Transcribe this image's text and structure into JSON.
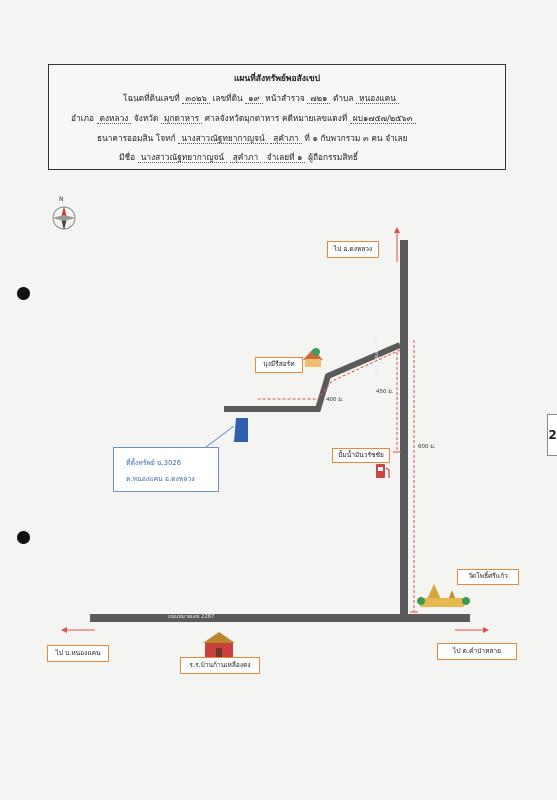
{
  "header": {
    "title": "แผนที่สังทรัพย์พอสังเขป",
    "deed_label": "โฉนดที่ดินเลขที่",
    "deed_no": "๓๐๒๖",
    "land_no_label": "เลขที่ดิน",
    "land_no": "๑๙",
    "survey_page_label": "หน้าสำรวจ",
    "survey_page": "๗๒๑",
    "subdistrict_label": "ตำบล",
    "subdistrict": "หนองแคน",
    "district_label": "อำเภอ",
    "district": "ดงหลวง",
    "province_label": "จังหวัด",
    "province": "มุกดาหาร",
    "court_label": "ศาลจังหวัดมุกดาหาร",
    "case_label": "คดีหมายเลขแดงที่",
    "case_no": "ผบ๑๗๕๗/๒๕๖๓",
    "plaintiff_label": "ธนาคารออมสิน",
    "defendant_label": "โจทก์",
    "defendant": "นางสาวณัฐทยากาญจน์",
    "defendant_surname": "สุคำภา",
    "defendant_suffix": "ที่ ๑ กับพวกรวม ๓ คน",
    "defendant_role": "จำเลย",
    "owner_label": "มีชื่อ",
    "owner": "นางสาวณัฐทยากาญจน์",
    "owner_surname": "สุคำภา",
    "owner_suffix": "จำเลยที่ ๑",
    "owner_role": "ผู้ถือกรรมสิทธิ์"
  },
  "map": {
    "compass_label": "N",
    "to_dong_luang": "ไป อ.ดงหลวง",
    "to_nong_khaen": "ไป บ.หนองแคน",
    "to_khampha_lai": "ไป ต.คำป่าหลาย",
    "village_label": "บุ่งมีรีสอร์ท",
    "gas_station": "ปั้มน้ำมันวรัชชัย",
    "temple": "วัดโพธิ์ศรีแก้ว",
    "school": "ร.ร.บ้านก้านเหลืองดง",
    "road_name": "ถนนหมายเลข 2287",
    "road_name_vertical": "ถนนหมายเลข 2287",
    "dist_400": "400 ม.",
    "dist_450": "450 ม.",
    "dist_600": "600 ม.",
    "property_line1": "ที่ตั้งทรัพย์ ฉ.3026",
    "property_line2": "ต.หนองแคน อ.ดงหลวง",
    "side_tab": "2"
  },
  "colors": {
    "road": "#5a5a5a",
    "arrow": "#e0504a",
    "label_border": "#e8883a",
    "property": "#2f5fae",
    "property_text": "#3f67a8"
  }
}
